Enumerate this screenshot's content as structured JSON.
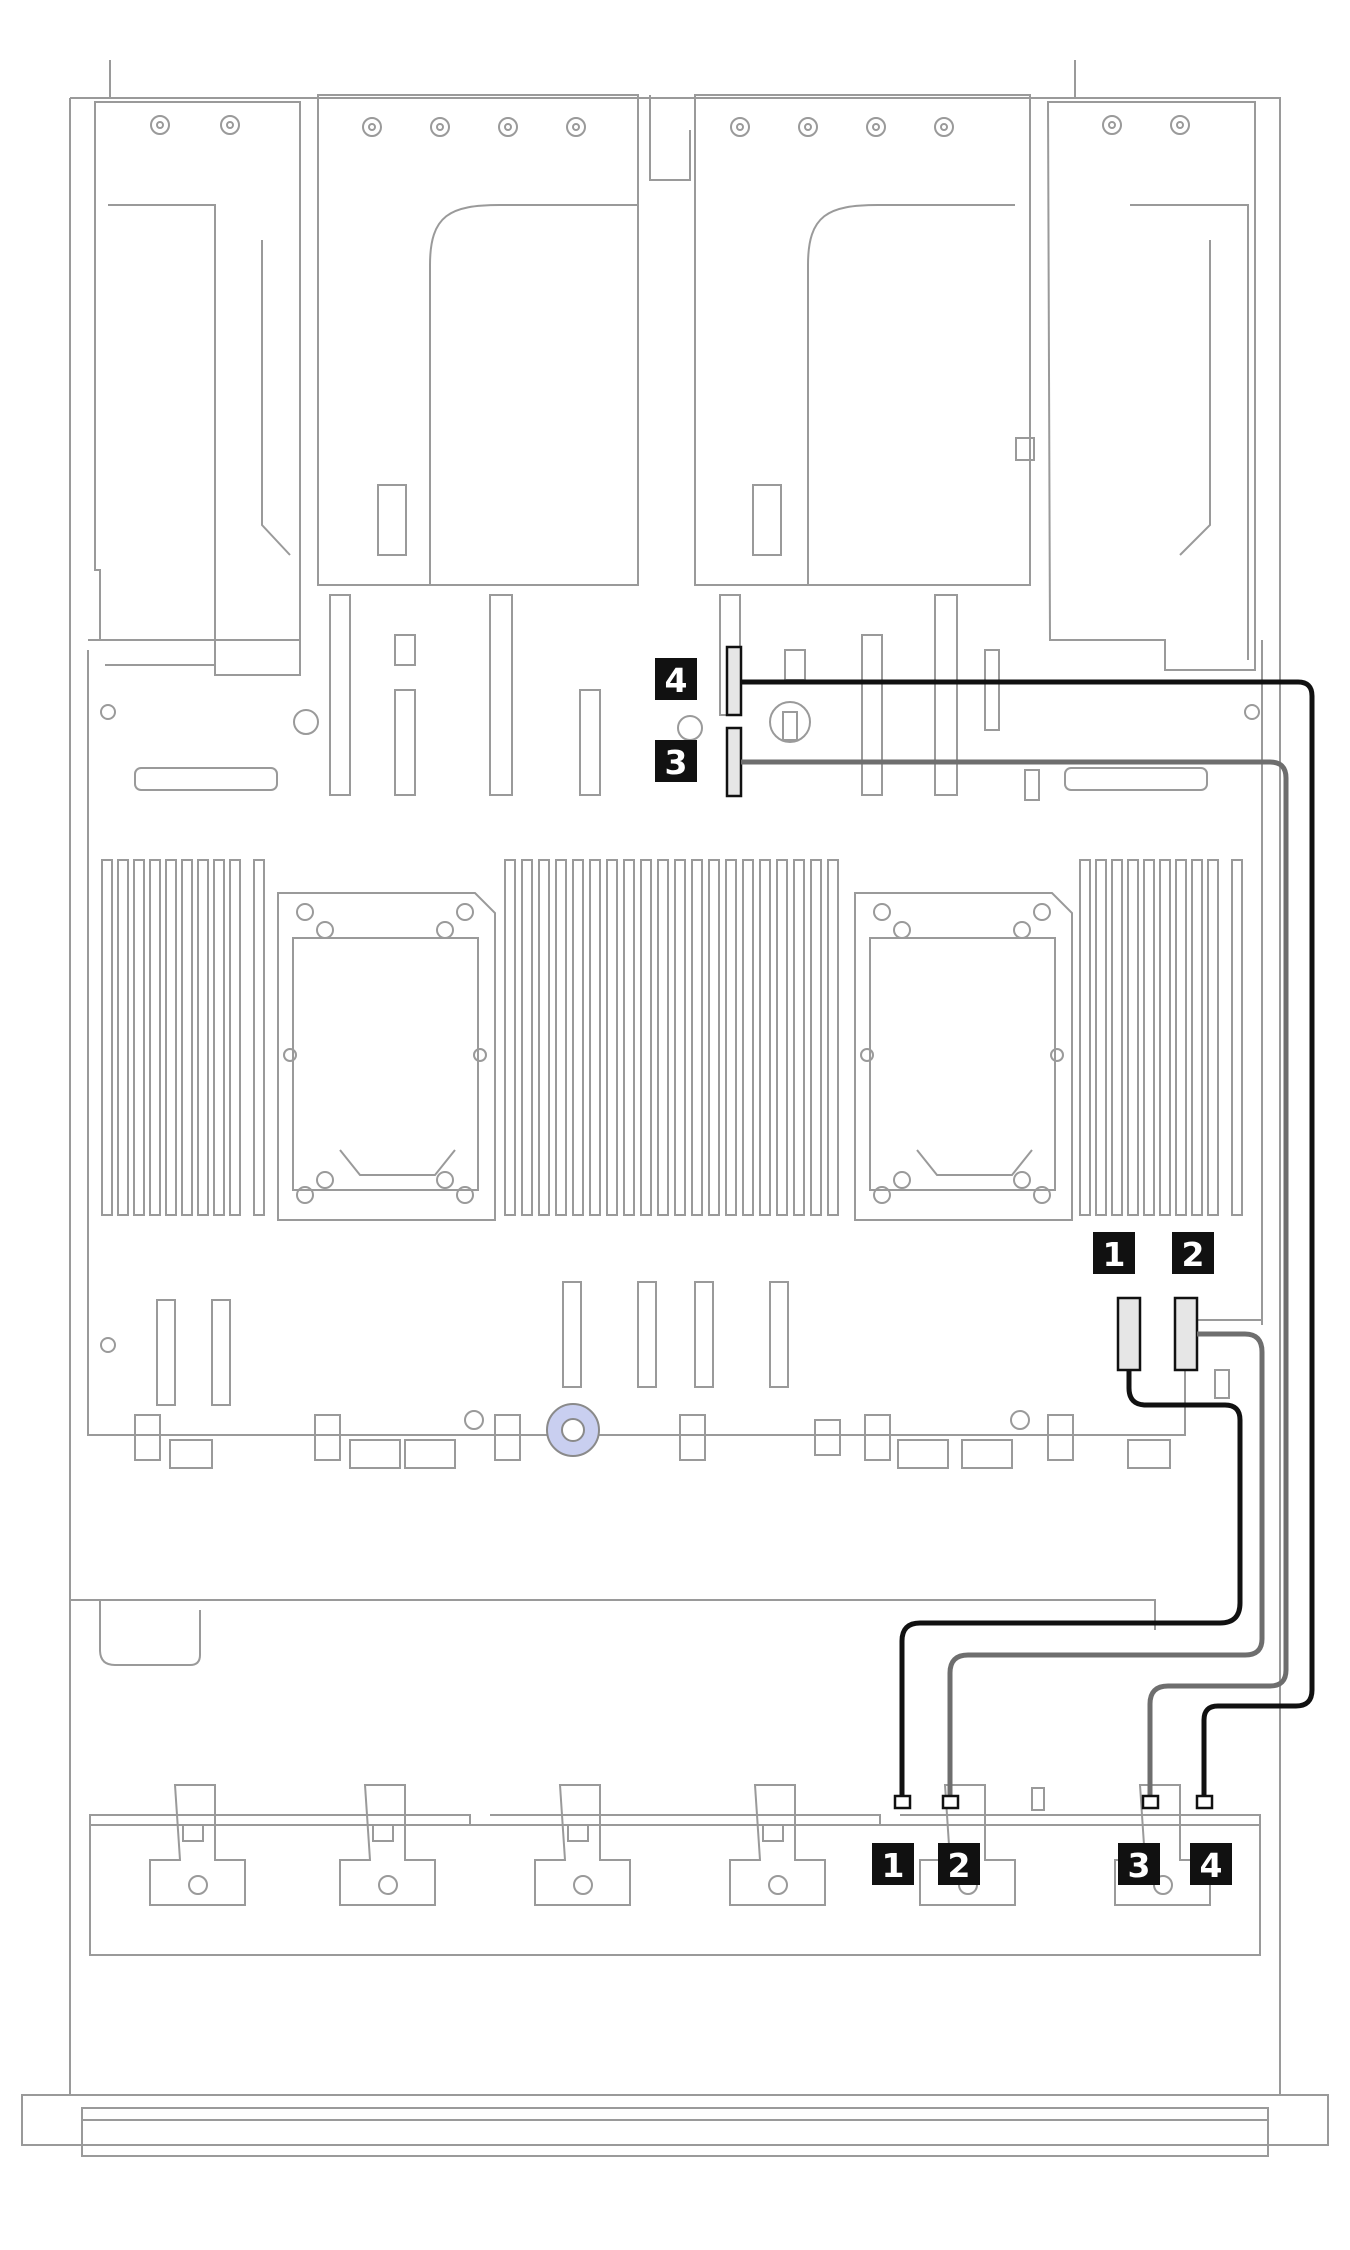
{
  "diagram": {
    "colors": {
      "callout_bg": "#111111",
      "callout_fg": "#ffffff",
      "cable_primary": "#111111",
      "cable_secondary": "#6e6e6e",
      "chassis_line": "#9a9a9a",
      "fan_screw_accent": "#c9cff0"
    },
    "callouts": {
      "top_4": "4",
      "top_3": "3",
      "mid_1": "1",
      "mid_2": "2",
      "bottom_1": "1",
      "bottom_2": "2",
      "bottom_3": "3",
      "bottom_4": "4"
    }
  }
}
